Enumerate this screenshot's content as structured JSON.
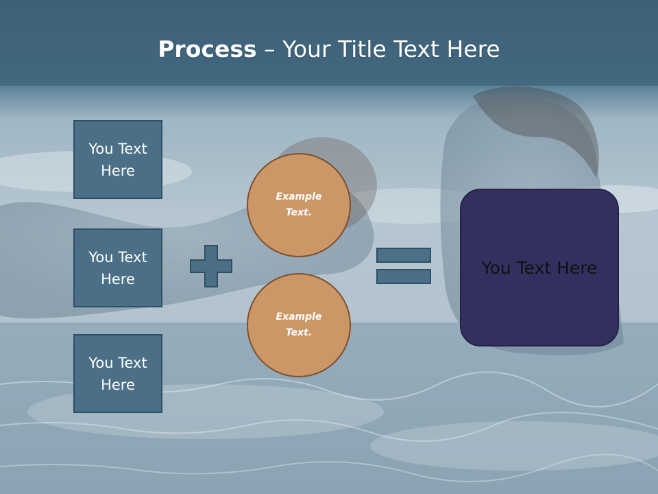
{
  "slide": {
    "title_bold": "Process",
    "title_dash": " – ",
    "title_rest": "Your Title Text Here"
  },
  "boxes": [
    {
      "label": "You Text Here"
    },
    {
      "label": "You Text Here"
    },
    {
      "label": "You Text Here"
    }
  ],
  "circles": [
    {
      "label": "Example Text."
    },
    {
      "label": "Example Text."
    }
  ],
  "result": {
    "label": "You Text Here"
  },
  "colors": {
    "header_band": "#3d6278",
    "box_fill": "#4a6f86",
    "circle_fill": "#cc9767",
    "result_fill": "#33305f",
    "operator_fill": "#4a6f86"
  },
  "icons": {
    "plus": "plus-icon",
    "equals": "equals-icon"
  }
}
